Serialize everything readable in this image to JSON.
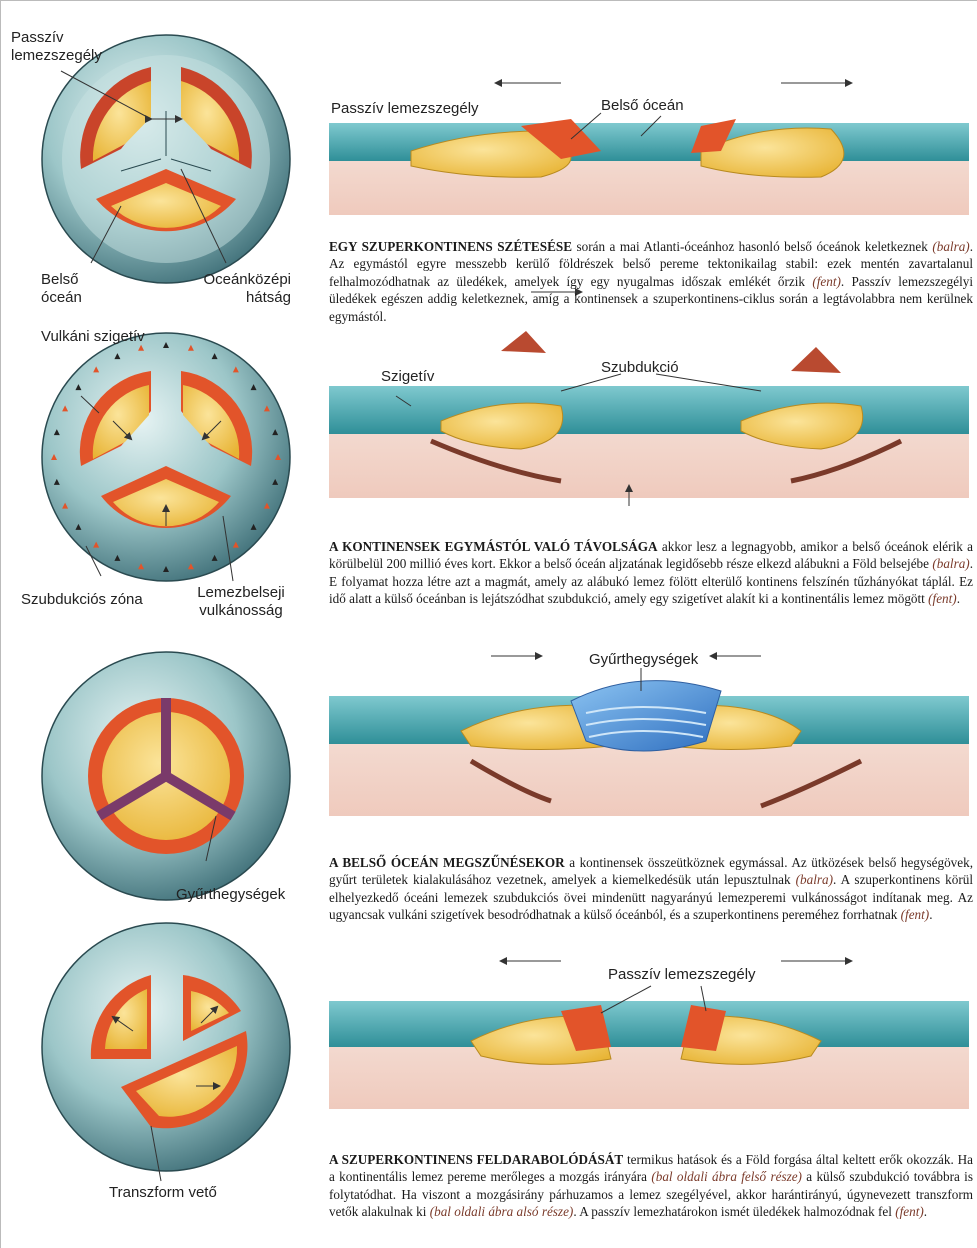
{
  "globes": [
    {
      "labels": {
        "top": "Passzív\nlemezszegély",
        "left": "Belső\nóceán",
        "right": "Oceánközépi\nhátság"
      }
    },
    {
      "labels": {
        "top": "Vulkáni szigetív",
        "left": "Szubdukciós zóna",
        "right": "Lemezbelseji\nvulkánosság"
      }
    },
    {
      "labels": {
        "bottom": "Gyűrthegységek"
      }
    },
    {
      "labels": {
        "bottom": "Transzform vető"
      }
    }
  ],
  "sections": [
    {
      "labels": [
        "Passzív lemezszegély",
        "Belső óceán"
      ]
    },
    {
      "labels": [
        "Szigetív",
        "Szubdukció"
      ]
    },
    {
      "labels": [
        "Gyűrthegységek"
      ]
    },
    {
      "labels": [
        "Passzív lemezszegély"
      ]
    }
  ],
  "captions": [
    {
      "head": "EGY SZUPERKONTINENS SZÉTESÉSE",
      "body": [
        {
          "t": " során a mai Atlanti-óceánhoz hasonló belső óceánok keletkeznek "
        },
        {
          "t": "(balra)",
          "i": true
        },
        {
          "t": ". Az egymástól egyre messzebb kerülő földrészek belső pereme tektonikailag stabil: ezek mentén zavartalanul felhalmozódhatnak az üledékek, amelyek így egy nyugalmas időszak emlékét őrzik "
        },
        {
          "t": "(fent)",
          "i": true
        },
        {
          "t": ". Passzív lemezszegélyi üledékek egészen addig keletkeznek, amíg a kontinensek a szuperkontinens-ciklus során a legtávolabbra nem kerülnek egymástól."
        }
      ]
    },
    {
      "head": "A KONTINENSEK EGYMÁSTÓL VALÓ TÁVOLSÁGA",
      "body": [
        {
          "t": " akkor lesz a legnagyobb, amikor a belső óceánok elérik a körülbelül 200 millió éves kort. Ekkor a belső óceán aljzatának legidősebb része elkezd alábukni a Föld belsejébe "
        },
        {
          "t": "(balra)",
          "i": true
        },
        {
          "t": ". E folyamat hozza létre azt a magmát, amely az alábukó lemez fölött elterülő kontinens felszínén tűzhányókat táplál. Ez idő alatt a külső óceánban is lejátszódhat szubdukció, amely egy szigetívet alakít ki a kontinentális lemez mögött "
        },
        {
          "t": "(fent)",
          "i": true
        },
        {
          "t": "."
        }
      ]
    },
    {
      "head": "A BELSŐ ÓCEÁN MEGSZŰNÉSEKOR",
      "body": [
        {
          "t": " a kontinensek összeütköznek egymással. Az ütközések belső hegységövek, gyűrt területek kialakulásához vezetnek, amelyek a kiemelkedésük után lepusztulnak "
        },
        {
          "t": "(balra)",
          "i": true
        },
        {
          "t": ". A szuperkontinens körül elhelyezkedő óceáni lemezek szubdukciós övei mindenütt nagyarányú lemezperemi vulkánosságot indítanak meg. Az ugyancsak vulkáni szigetívek besodródhatnak a külső óceánból, és a szuperkontinens pereméhez forrhatnak "
        },
        {
          "t": "(fent)",
          "i": true
        },
        {
          "t": "."
        }
      ]
    },
    {
      "head": "A SZUPERKONTINENS FELDARABOLÓDÁSÁT",
      "body": [
        {
          "t": " termikus hatások és a Föld forgása által keltett erők okozzák. Ha a kontinentális lemez pereme merőleges a mozgás irányára "
        },
        {
          "t": "(bal oldali ábra felső része)",
          "i": true
        },
        {
          "t": " a külső szubdukció továbbra is folytatódhat. Ha viszont a mozgásirány párhuzamos a lemez szegélyével, akkor harántirányú, úgynevezett transzform vetők alakulnak ki "
        },
        {
          "t": "(bal oldali ábra alsó része)",
          "i": true
        },
        {
          "t": ". A passzív lemezhatárokon ismét üledékek halmozódnak fel "
        },
        {
          "t": "(fent)",
          "i": true
        },
        {
          "t": "."
        }
      ]
    }
  ],
  "colors": {
    "ocean": "#3f9fa8",
    "oceanLight": "#8fd3d6",
    "continent": "#f2c84a",
    "margin": "#e2542a",
    "mantle": "#f3dcd2",
    "mountain": "#4a8fd8",
    "suture": "#7a3a6a"
  }
}
